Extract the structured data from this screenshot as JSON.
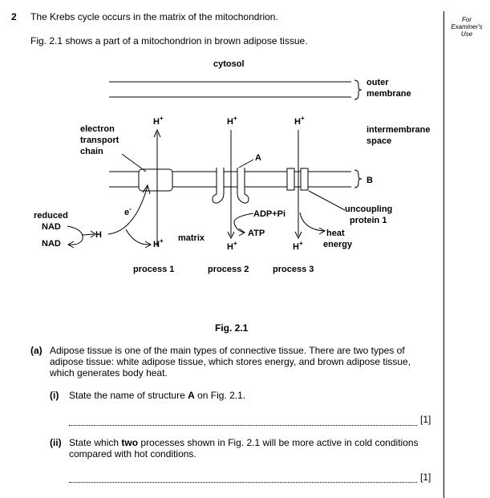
{
  "question": {
    "number": "2",
    "intro1": "The Krebs cycle occurs in the matrix of the mitochondrion.",
    "intro2": "Fig. 2.1 shows a part of a mitochondrion in brown adipose tissue.",
    "examiner_use": "For Examiner's Use"
  },
  "figure": {
    "caption": "Fig. 2.1",
    "labels": {
      "cytosol": "cytosol",
      "outer": "outer",
      "membrane": "membrane",
      "intermembrane": "intermembrane",
      "space": "space",
      "B": "B",
      "A": "A",
      "electron": "electron",
      "transport": "transport",
      "chain": "chain",
      "reduced": "reduced",
      "nad_top": "NAD",
      "nad_bottom": "NAD",
      "h": "H",
      "e": "e",
      "h_plus": "H",
      "plus": "+",
      "matrix": "matrix",
      "adp": "ADP+Pi",
      "atp": "ATP",
      "uncoupling": "uncoupling",
      "protein1": "protein 1",
      "heat": "heat",
      "energy": "energy",
      "process1": "process 1",
      "process2": "process 2",
      "process3": "process 3"
    }
  },
  "part_a": {
    "letter": "(a)",
    "text": "Adipose tissue is one of the main types of connective tissue. There are two types of adipose tissue: white adipose tissue, which stores energy, and brown adipose tissue, which generates body heat.",
    "i_label": "(i)",
    "i_text_before": "State the name of structure ",
    "i_bold": "A",
    "i_text_after": " on Fig. 2.1.",
    "i_mark": "[1]",
    "ii_label": "(ii)",
    "ii_text_before": "State which ",
    "ii_bold": "two",
    "ii_text_after": " processes shown in Fig. 2.1 will be more active in cold conditions compared with hot conditions.",
    "ii_mark": "[1]"
  }
}
